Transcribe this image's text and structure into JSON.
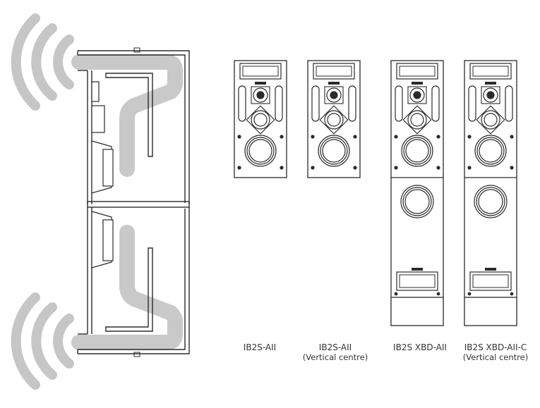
{
  "colors": {
    "line": "#2b2b2b",
    "flow": "#c9c9c9",
    "waves": "#c6c6c6",
    "background": "#ffffff"
  },
  "speakers": [
    {
      "model": "IB2S-AII",
      "note": "",
      "extension": false
    },
    {
      "model": "IB2S-AII",
      "note": "(Vertical centre)",
      "extension": false
    },
    {
      "model": "IB2S XBD-AII",
      "note": "",
      "extension": true
    },
    {
      "model": "IB2S XBD-AII-C",
      "note": "(Vertical centre)",
      "extension": true
    }
  ],
  "icons": {
    "sound_wave": "sound-wave-icon",
    "airflow": "airflow-path-icon"
  }
}
